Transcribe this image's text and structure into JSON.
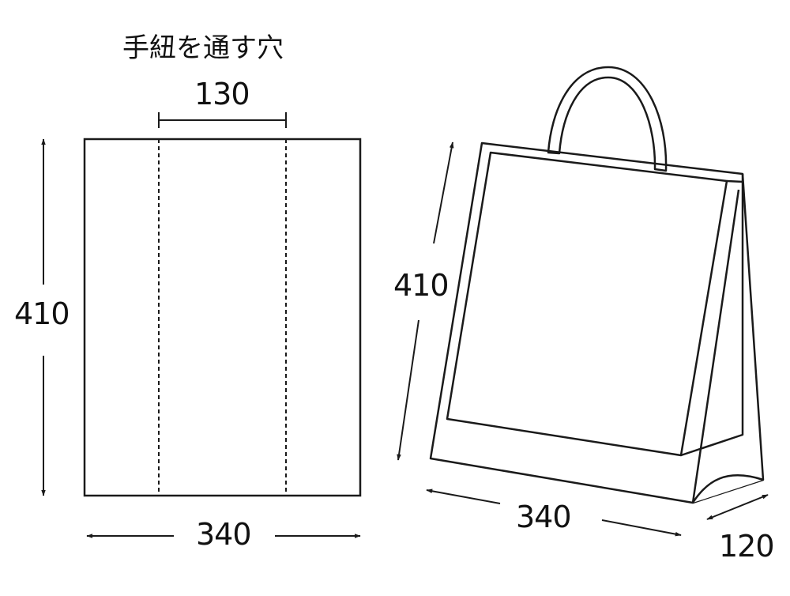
{
  "flat_view": {
    "hole_label": "手紐を通す穴",
    "hole_spacing": "130",
    "height": "410",
    "width": "340"
  },
  "bag_view": {
    "height": "410",
    "width": "340",
    "depth": "120"
  },
  "colors": {
    "line": "#1a1a1a",
    "background": "#ffffff"
  }
}
